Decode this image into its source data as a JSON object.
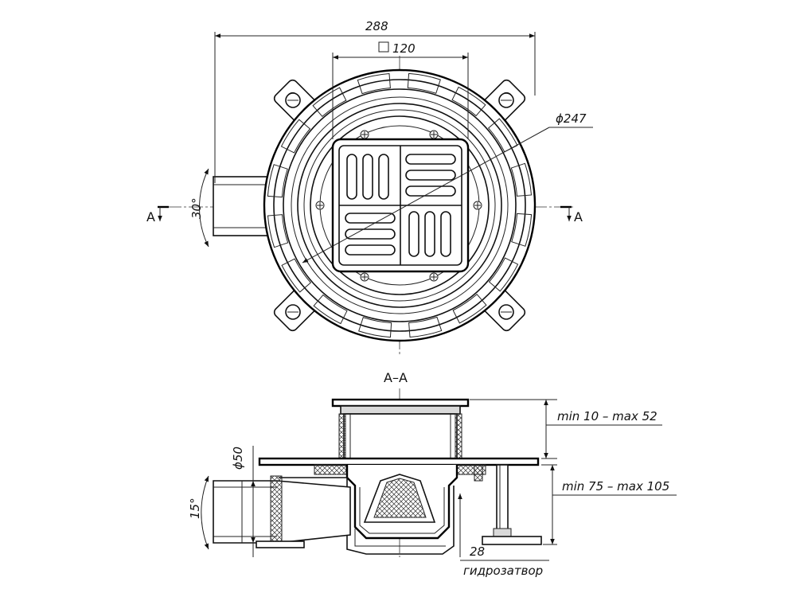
{
  "drawing": {
    "section_label": "A–A",
    "section_mark_left": "A",
    "section_mark_right": "A"
  },
  "dimensions": {
    "overall_width": "288",
    "grate_size": "120",
    "grate_square_symbol": "□",
    "diameter": "ϕ247",
    "outlet_angle_plan": "30°",
    "outlet_diameter": "ϕ50",
    "outlet_slope": "15°",
    "grate_height_range": "min 10 – max 52",
    "body_height_range": "min 75 – max 105",
    "water_seal_depth": "28",
    "water_seal_label": "гидрозатвор"
  }
}
